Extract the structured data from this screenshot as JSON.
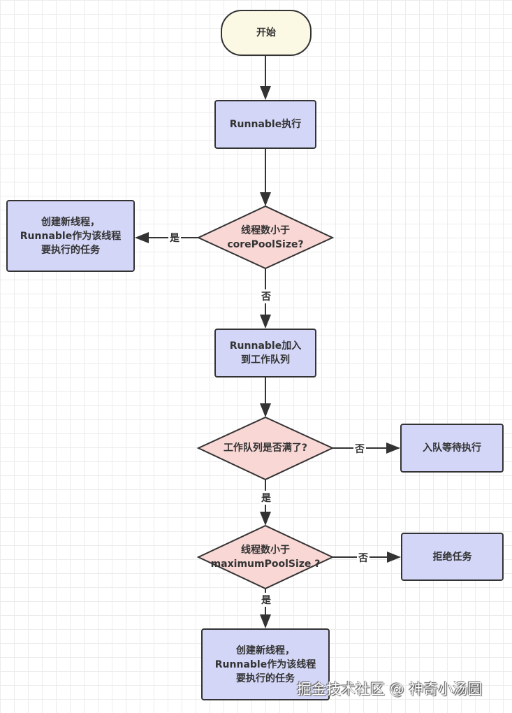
{
  "nodes": {
    "start": "开始",
    "runnable_exec": "Runnable执行",
    "check_core": "线程数小于 corePoolSize?",
    "create_thread_core": "创建新线程，Runnable作为该线程要执行的任务",
    "add_queue": "Runnable加入到工作队列",
    "check_queue_full": "工作队列是否满了?",
    "enqueue_wait": "入队等待执行",
    "check_max": "线程数小于 maximumPoolSize ?",
    "reject": "拒绝任务",
    "create_thread_max": "创建新线程，Runnable作为该线程要执行的任务"
  },
  "edge_labels": {
    "core_yes": "是",
    "core_no": "否",
    "queue_no": "否",
    "queue_yes": "是",
    "max_no": "否",
    "max_yes": "是"
  },
  "watermark": "掘金技术社区 @ 神奇小汤圆",
  "colors": {
    "process": "#d3d6f7",
    "decision": "#f8d7d5",
    "start": "#fbf8e4",
    "stroke": "#333333"
  }
}
